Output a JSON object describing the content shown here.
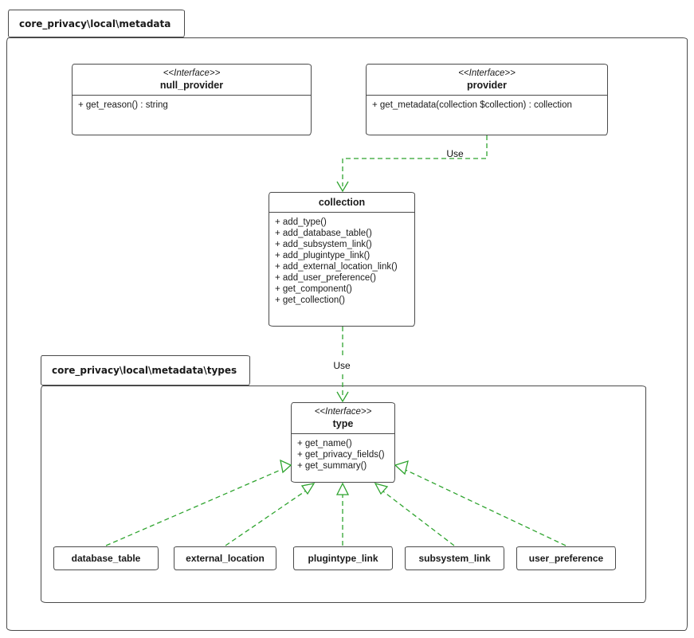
{
  "colors": {
    "accent_green": "#2fa42f",
    "line": "#4a4a4a",
    "background": "#ffffff"
  },
  "outer_package": {
    "name": "core_privacy\\local\\metadata"
  },
  "inner_package": {
    "name": "core_privacy\\local\\metadata\\types"
  },
  "classes": {
    "null_provider": {
      "stereotype": "<<Interface>>",
      "name": "null_provider",
      "members": [
        "+ get_reason() : string"
      ]
    },
    "provider": {
      "stereotype": "<<Interface>>",
      "name": "provider",
      "members": [
        "+ get_metadata(collection $collection) : collection"
      ]
    },
    "collection": {
      "name": "collection",
      "members": [
        "+ add_type()",
        "+ add_database_table()",
        "+ add_subsystem_link()",
        "+ add_plugintype_link()",
        "+ add_external_location_link()",
        "+ add_user_preference()",
        "+ get_component()",
        "+ get_collection()"
      ]
    },
    "type": {
      "stereotype": "<<Interface>>",
      "name": "type",
      "members": [
        "+ get_name()",
        "+ get_privacy_fields()",
        "+ get_summary()"
      ]
    }
  },
  "subtypes": [
    "database_table",
    "external_location",
    "plugintype_link",
    "subsystem_link",
    "user_preference"
  ],
  "edges": {
    "use_provider_collection": "Use",
    "use_collection_type": "Use"
  }
}
